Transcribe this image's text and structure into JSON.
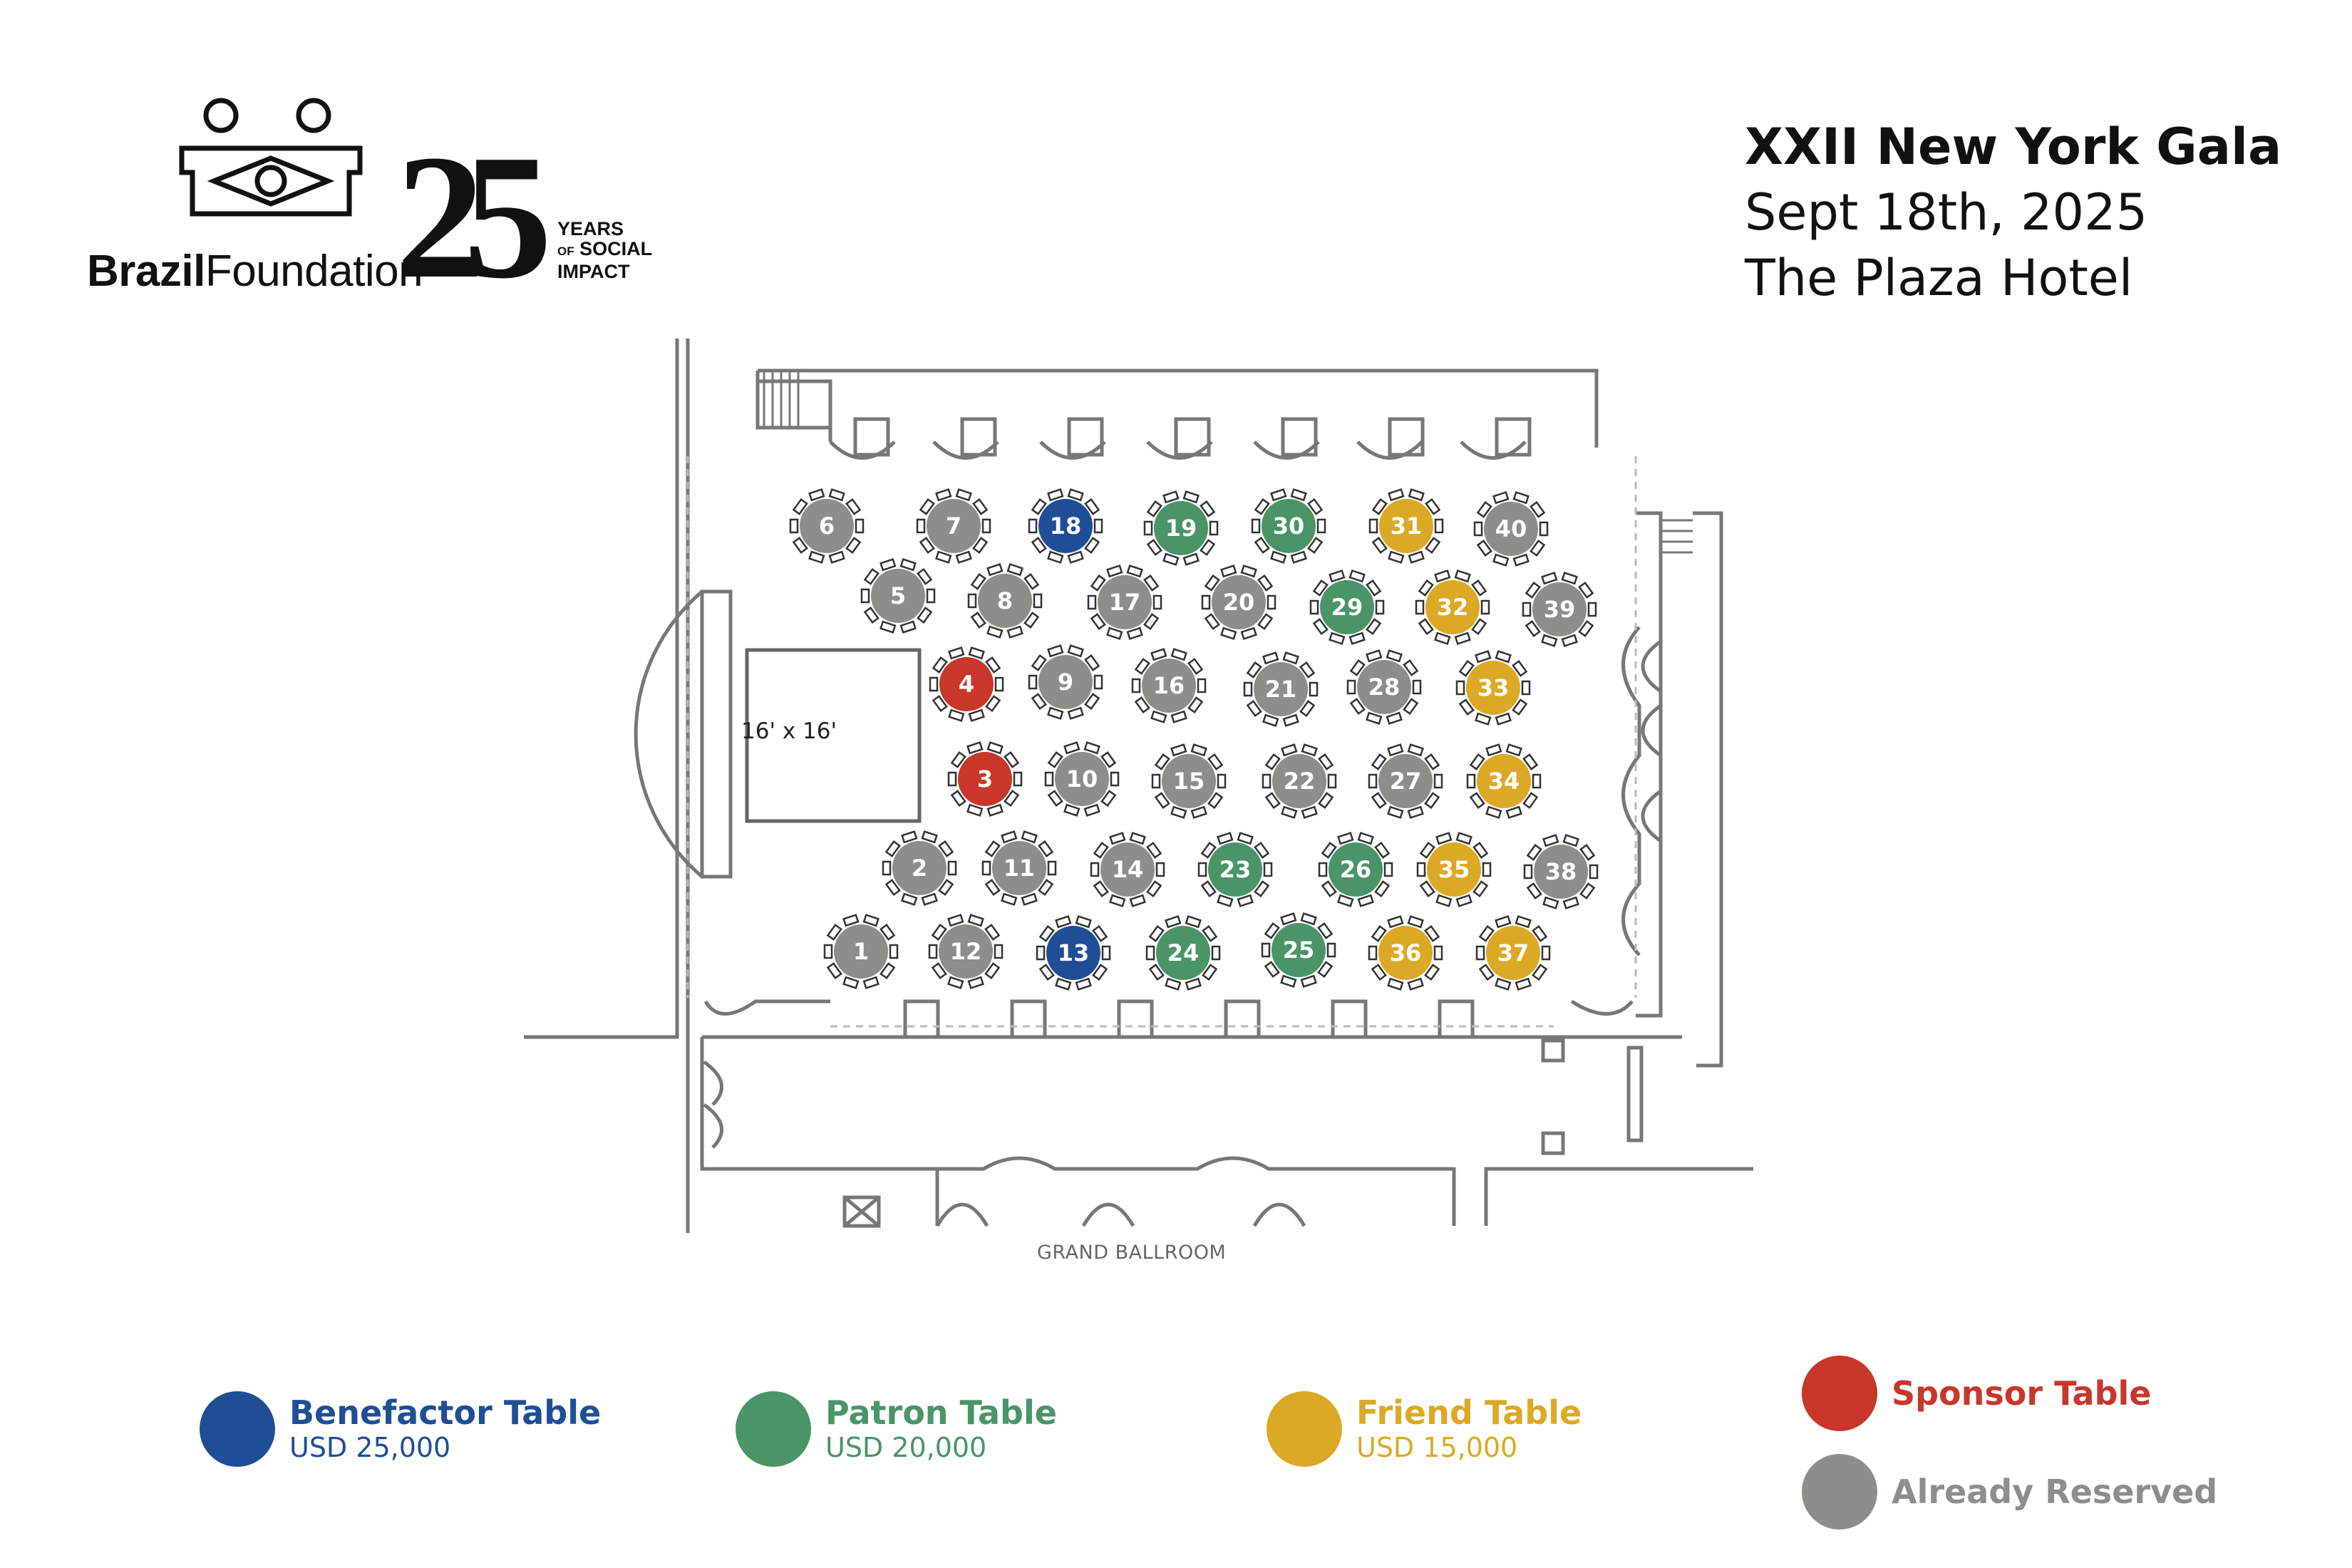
{
  "logo": {
    "brand_bold": "Brazil",
    "brand_light": "Foundation",
    "anniversary_number": "25",
    "years_line1": "YEARS",
    "years_of": "OF",
    "years_line2": "SOCIAL",
    "years_line3": "IMPACT"
  },
  "event": {
    "title": "XXII New York Gala",
    "date": "Sept 18th, 2025",
    "venue": "The Plaza Hotel"
  },
  "plan": {
    "room_label": "GRAND BALLROOM",
    "stage_label": "16' x 16'"
  },
  "colors": {
    "benefactor": "#1f4e96",
    "patron": "#4a9468",
    "friend": "#dca926",
    "sponsor": "#c8372a",
    "reserved": "#8d8d89"
  },
  "legend": [
    {
      "key": "benefactor",
      "label": "Benefactor Table",
      "price": "USD 25,000"
    },
    {
      "key": "patron",
      "label": "Patron Table",
      "price": "USD 20,000"
    },
    {
      "key": "friend",
      "label": "Friend Table",
      "price": "USD 15,000"
    },
    {
      "key": "sponsor",
      "label": "Sponsor Table",
      "price": ""
    },
    {
      "key": "reserved",
      "label": "Already Reserved",
      "price": ""
    }
  ],
  "tables": [
    {
      "num": "6",
      "status": "reserved"
    },
    {
      "num": "7",
      "status": "reserved"
    },
    {
      "num": "18",
      "status": "benefactor"
    },
    {
      "num": "19",
      "status": "patron"
    },
    {
      "num": "30",
      "status": "patron"
    },
    {
      "num": "31",
      "status": "friend"
    },
    {
      "num": "40",
      "status": "reserved"
    },
    {
      "num": "5",
      "status": "reserved"
    },
    {
      "num": "8",
      "status": "reserved"
    },
    {
      "num": "17",
      "status": "reserved"
    },
    {
      "num": "20",
      "status": "reserved"
    },
    {
      "num": "29",
      "status": "patron"
    },
    {
      "num": "32",
      "status": "friend"
    },
    {
      "num": "39",
      "status": "reserved"
    },
    {
      "num": "4",
      "status": "sponsor"
    },
    {
      "num": "9",
      "status": "reserved"
    },
    {
      "num": "16",
      "status": "reserved"
    },
    {
      "num": "21",
      "status": "reserved"
    },
    {
      "num": "28",
      "status": "reserved"
    },
    {
      "num": "33",
      "status": "friend"
    },
    {
      "num": "3",
      "status": "sponsor"
    },
    {
      "num": "10",
      "status": "reserved"
    },
    {
      "num": "15",
      "status": "reserved"
    },
    {
      "num": "22",
      "status": "reserved"
    },
    {
      "num": "27",
      "status": "reserved"
    },
    {
      "num": "34",
      "status": "friend"
    },
    {
      "num": "2",
      "status": "reserved"
    },
    {
      "num": "11",
      "status": "reserved"
    },
    {
      "num": "14",
      "status": "reserved"
    },
    {
      "num": "23",
      "status": "patron"
    },
    {
      "num": "26",
      "status": "patron"
    },
    {
      "num": "35",
      "status": "friend"
    },
    {
      "num": "38",
      "status": "reserved"
    },
    {
      "num": "1",
      "status": "reserved"
    },
    {
      "num": "12",
      "status": "reserved"
    },
    {
      "num": "13",
      "status": "benefactor"
    },
    {
      "num": "24",
      "status": "patron"
    },
    {
      "num": "25",
      "status": "patron"
    },
    {
      "num": "36",
      "status": "friend"
    },
    {
      "num": "37",
      "status": "friend"
    }
  ]
}
